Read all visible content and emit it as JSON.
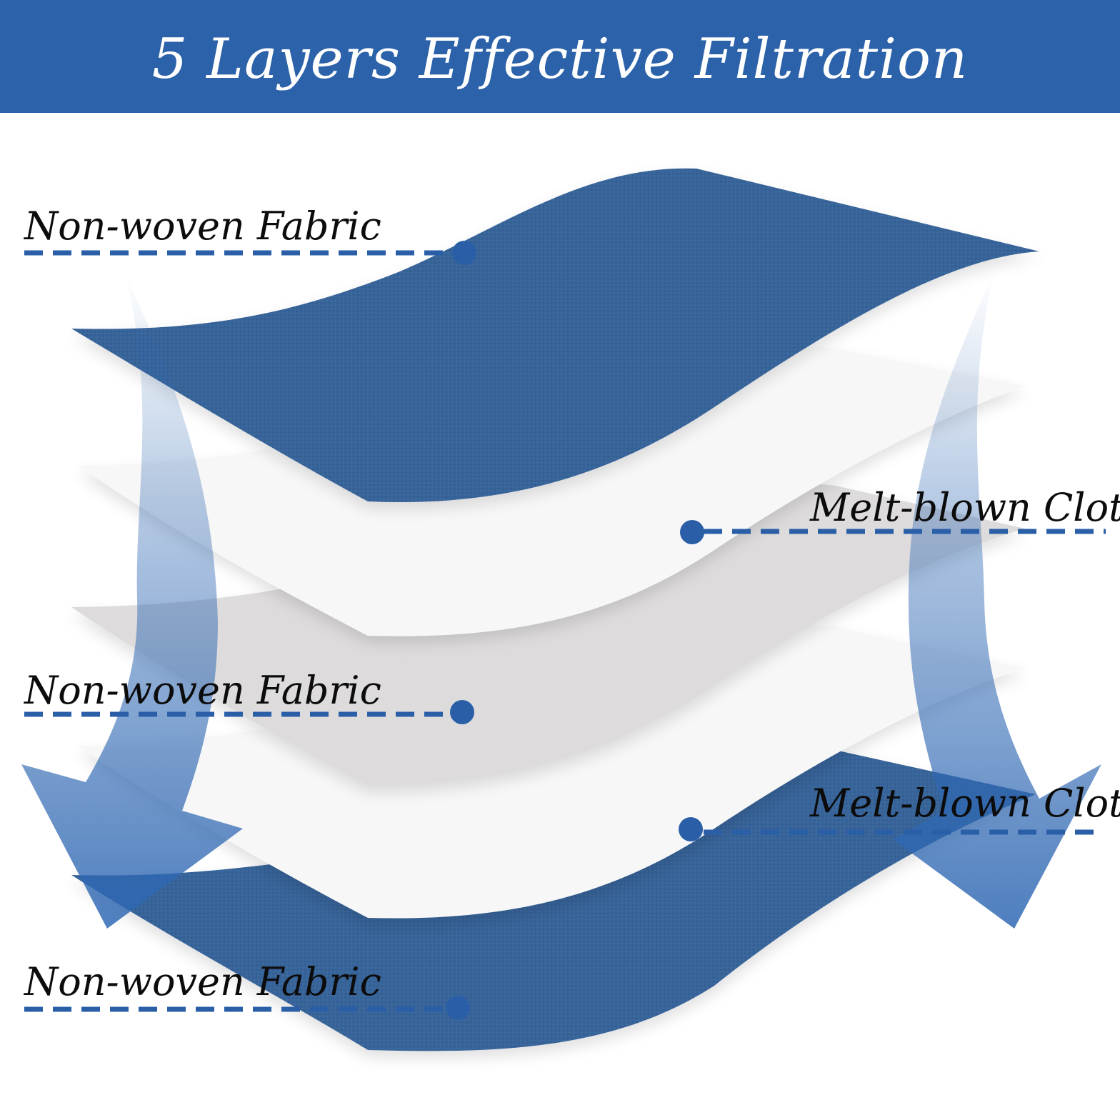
{
  "header": {
    "title": "5 Layers Effective Filtration",
    "background_color": "#2b62a9",
    "text_color": "#ffffff"
  },
  "layers": [
    {
      "label": "Non-woven Fabric",
      "color": "#356196"
    },
    {
      "label": "Melt-blown Cloth",
      "color": "#f7f7f7"
    },
    {
      "label": "Non-woven Fabric",
      "color": "#dddbdb"
    },
    {
      "label": "Melt-blown Cloth",
      "color": "#f7f7f7"
    },
    {
      "label": "Non-woven Fabric",
      "color": "#356196"
    }
  ],
  "accent_color": "#2a5fa8",
  "arrow_color": "#2f68b3"
}
